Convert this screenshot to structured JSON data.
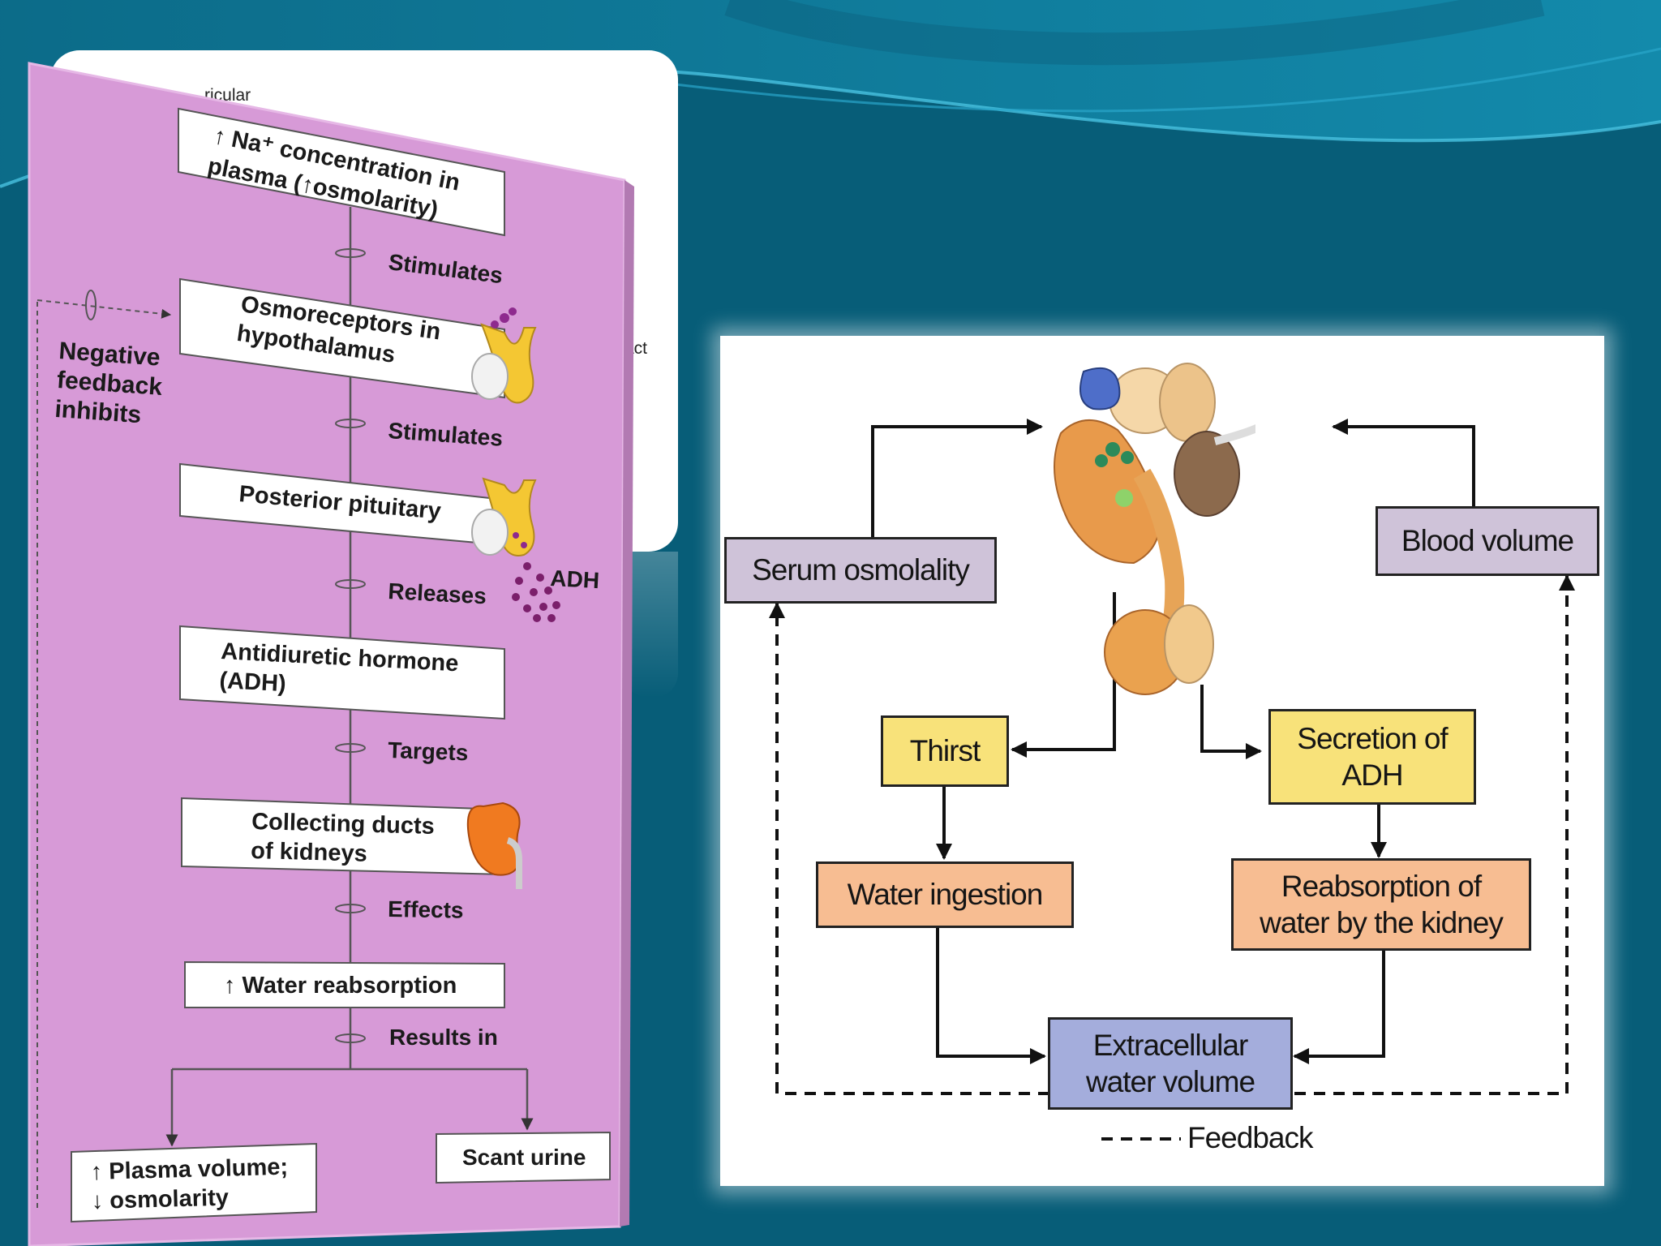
{
  "background": {
    "color": "#075d78",
    "wave_color": "#3bb6d6"
  },
  "left_diagram": {
    "background_color": "#d79ad7",
    "behind_card_fragments": [
      "ricular",
      "act"
    ],
    "boxes": {
      "sodium": "↑ Na⁺ concentration in\nplasma (↑osmolarity)",
      "osmoreceptors": "Osmoreceptors in\nhypothalamus",
      "posterior_pituitary": "Posterior pituitary",
      "adh": "Antidiuretic hormone\n(ADH)",
      "collecting_ducts": "Collecting ducts\nof kidneys",
      "water_reabsorption": "↑ Water reabsorption",
      "plasma_volume": "↑ Plasma volume;\n↓ osmolarity",
      "scant_urine": "Scant urine"
    },
    "connectors": [
      "Stimulates",
      "Stimulates",
      "Releases",
      "Targets",
      "Effects",
      "Results in"
    ],
    "negative_feedback": "Negative\nfeedback\ninhibits",
    "adh_label": "ADH"
  },
  "right_diagram": {
    "boxes": {
      "serum_osmolality": "Serum osmolality",
      "blood_volume": "Blood volume",
      "thirst": "Thirst",
      "secretion_adh": "Secretion of\nADH",
      "water_ingestion": "Water ingestion",
      "reabsorption": "Reabsorption of\nwater by the kidney",
      "extracellular": "Extracellular\nwater volume"
    },
    "legend": "Feedback",
    "colors": {
      "purple": "#cfc3d9",
      "yellow": "#f8e27a",
      "orange": "#f7bd92",
      "blue": "#a4addc"
    }
  }
}
